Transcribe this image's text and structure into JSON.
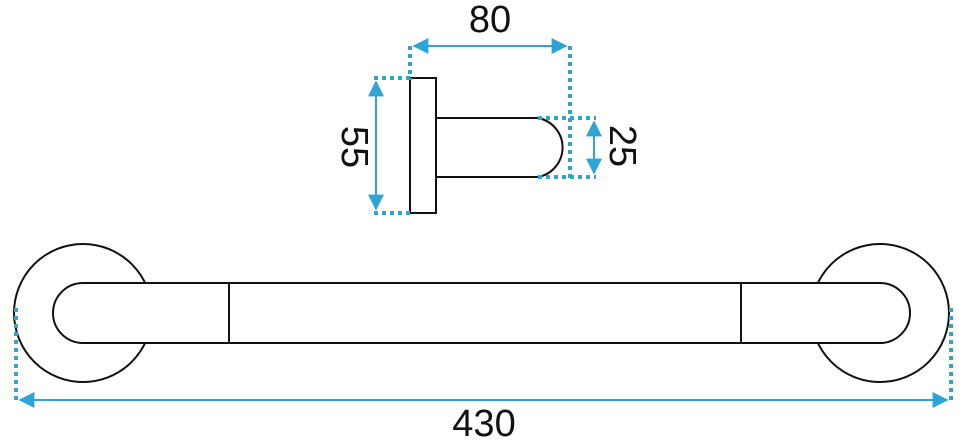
{
  "diagram": {
    "dimensions": {
      "depth": "80",
      "plate_height": "55",
      "bar_diameter": "25",
      "total_length": "430"
    },
    "colors": {
      "outline": "#111111",
      "dimension": "#2ea3d6",
      "background": "#ffffff"
    }
  }
}
